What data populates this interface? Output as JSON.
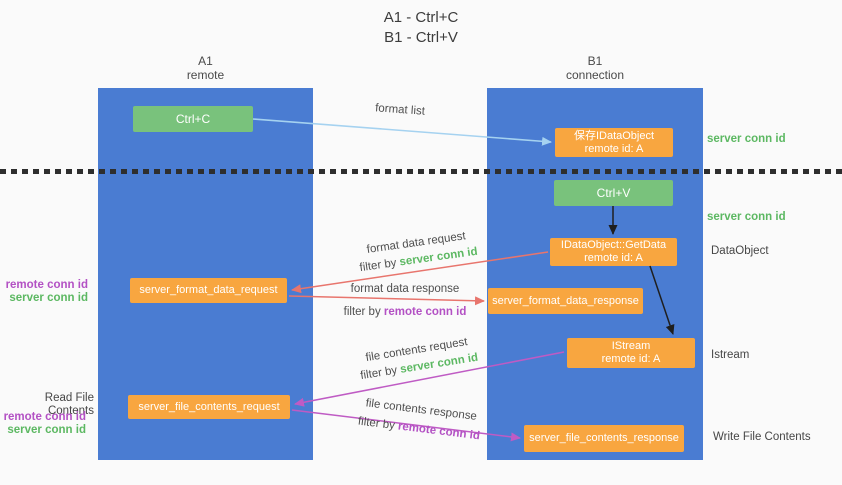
{
  "title": {
    "line1": "A1 - Ctrl+C",
    "line2": "B1 - Ctrl+V"
  },
  "columns": {
    "left": {
      "name": "A1",
      "role": "remote"
    },
    "right": {
      "name": "B1",
      "role": "connection"
    }
  },
  "boxes": {
    "ctrl_c": "Ctrl+C",
    "ctrl_v": "Ctrl+V",
    "save_idataobject": {
      "line1": "保存IDataObject",
      "line2": "remote id: A"
    },
    "getdata": {
      "line1": "IDataObject::GetData",
      "line2": "remote id: A"
    },
    "istream": {
      "line1": "IStream",
      "line2": "remote id: A"
    },
    "format_request": "server_format_data_request",
    "format_response": "server_format_data_response",
    "file_request": "server_file_contents_request",
    "file_response": "server_file_contents_response"
  },
  "arrow_labels": {
    "format_list": "format list",
    "format_data_request": "format data request",
    "format_data_response": "format data response",
    "file_contents_request": "file contents request",
    "file_contents_response": "file contents response",
    "filter_by": "filter by",
    "server_conn_id": "server conn id",
    "remote_conn_id": "remote conn id"
  },
  "side_labels": {
    "server_conn_id_top": "server conn id",
    "server_conn_id_mid": "server conn id",
    "dataobject": "DataObject",
    "istream": "Istream",
    "read_file_contents": "Read File Contents",
    "write_file_contents": "Write File Contents",
    "remote_conn_id_format": "remote conn id",
    "server_conn_id_format": "server conn id",
    "remote_conn_id_file": "remote conn id",
    "server_conn_id_file": "server conn id"
  },
  "colors": {
    "column_blue": "#4a7cd2",
    "box_orange": "#f8a640",
    "box_green": "#79c27c",
    "green_text": "#5cb862",
    "purple_text": "#b351c4",
    "red_arrow": "#e8756d",
    "magenta_arrow": "#bf5bc4",
    "blue_arrow": "#a5d2f0",
    "black_arrow": "#1f1f1f"
  }
}
